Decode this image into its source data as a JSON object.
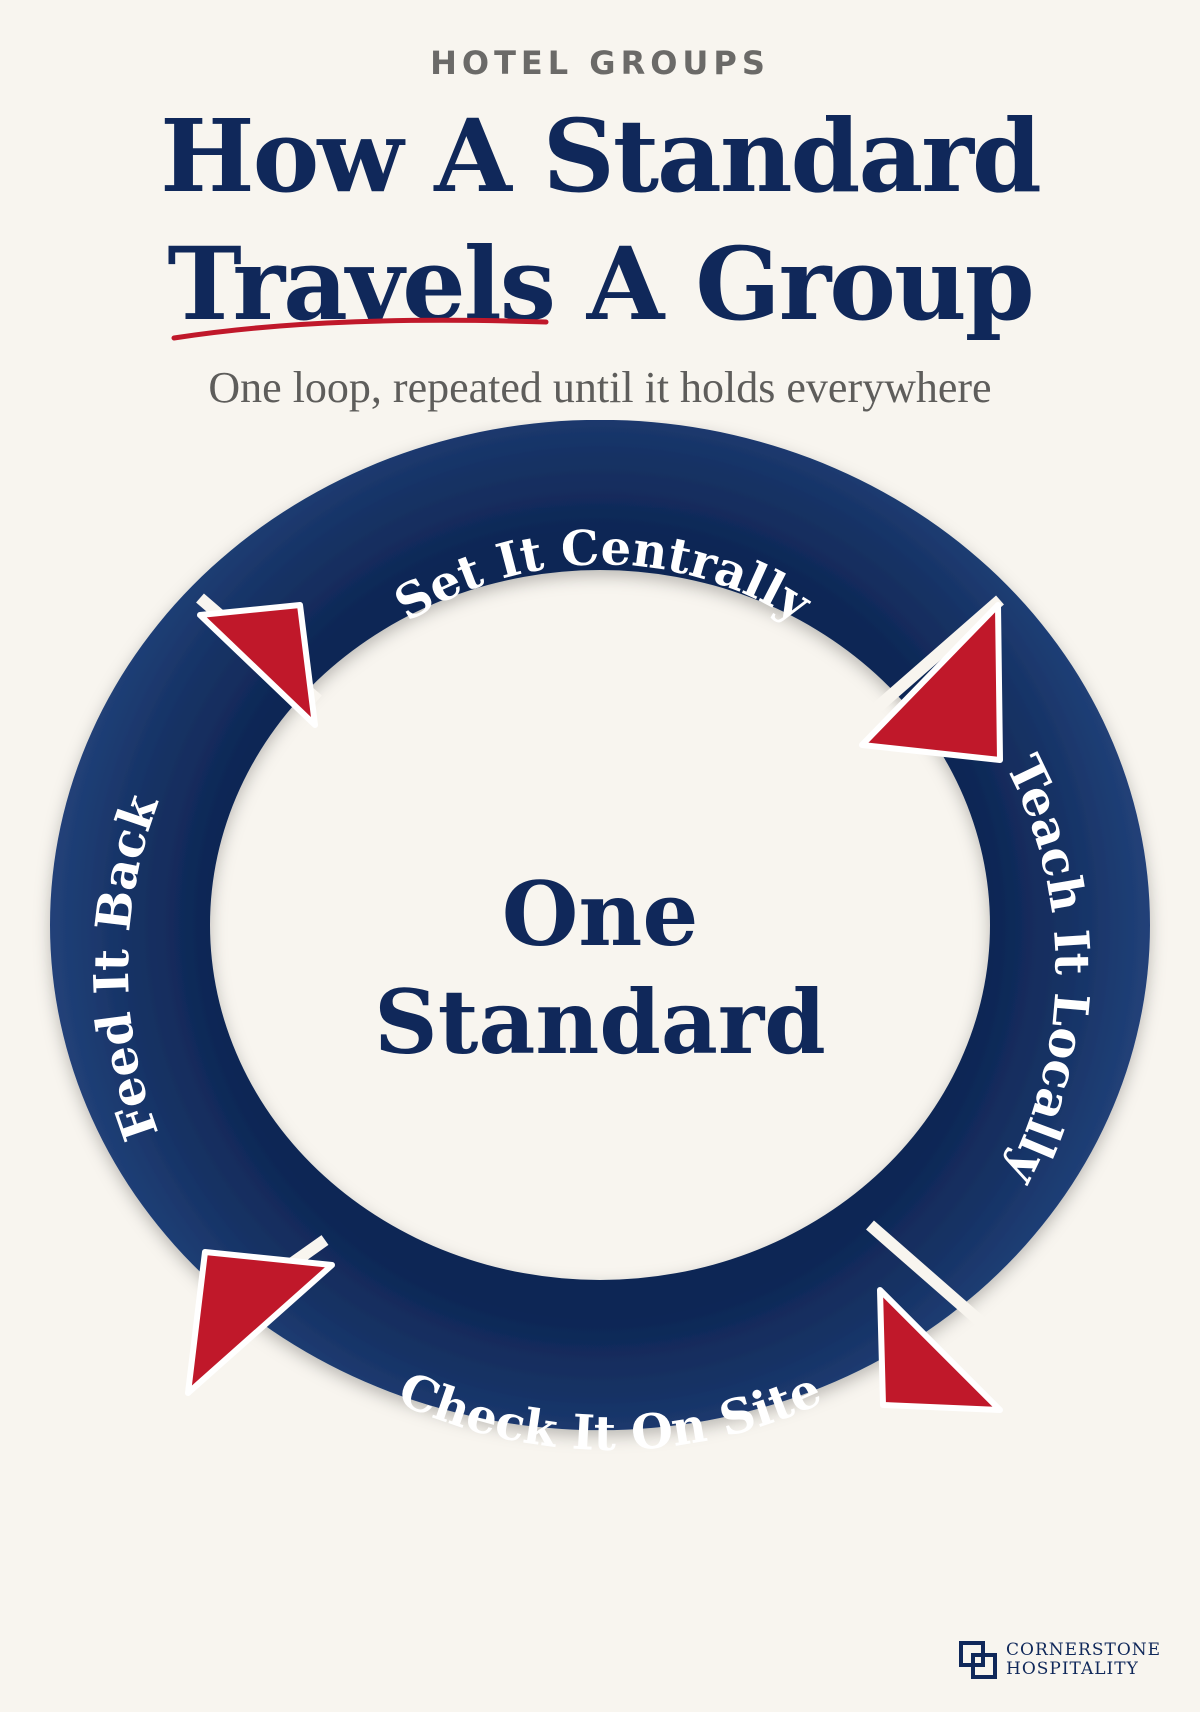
{
  "header": {
    "eyebrow": "HOTEL GROUPS",
    "title_line1": "How A Standard",
    "title_line2": "Travels A Group",
    "subtitle": "One loop, repeated until it holds everywhere"
  },
  "cycle": {
    "steps": [
      {
        "label": "Set It Centrally"
      },
      {
        "label": "Teach It Locally"
      },
      {
        "label": "Check It On Site"
      },
      {
        "label": "Feed It Back"
      }
    ],
    "center_line1": "One",
    "center_line2": "Standard"
  },
  "brand": {
    "line1": "CORNERSTONE",
    "line2": "HOSPITALITY"
  },
  "colors": {
    "navy": "#10285a",
    "red": "#c0182a",
    "background": "#f8f5ef"
  },
  "icons": {
    "brand_mark": "interlocking-squares-icon",
    "arrows": "red-triangle-arrowhead-icon"
  }
}
